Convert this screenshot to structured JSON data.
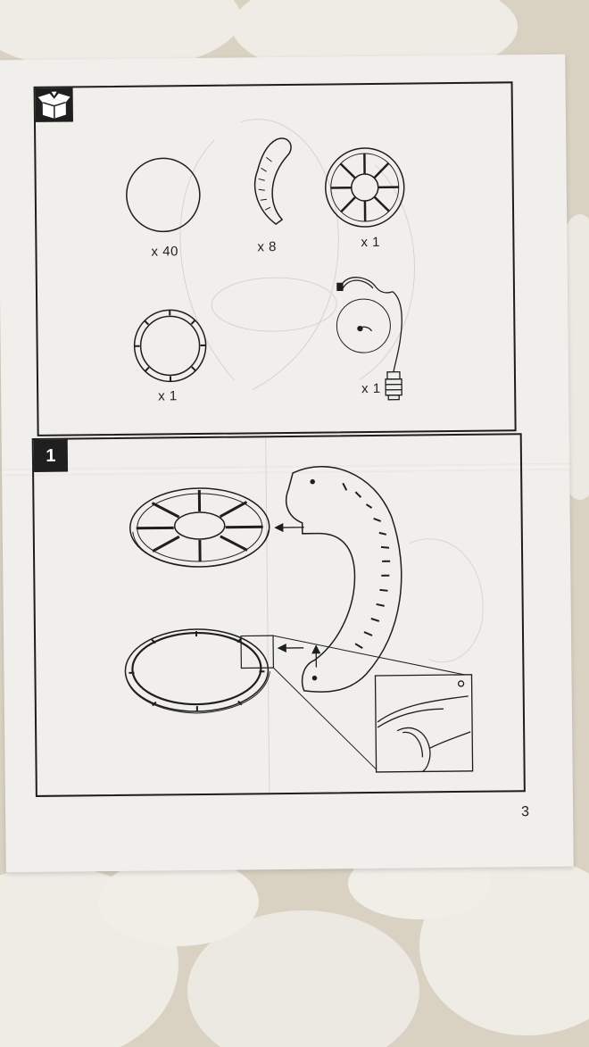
{
  "parts": {
    "disc": {
      "qty": "x 40",
      "icon": "round-disc-icon"
    },
    "rib": {
      "qty": "x 8",
      "icon": "curved-rib-icon"
    },
    "hub": {
      "qty": "x 1",
      "icon": "spoked-hub-icon"
    },
    "ring": {
      "qty": "x 1",
      "icon": "slotted-ring-icon"
    },
    "cord": {
      "qty": "x 1",
      "icon": "cord-socket-icon"
    }
  },
  "step": {
    "number": "1"
  },
  "page_number": "3",
  "colors": {
    "ink": "#1e1e1e",
    "paper": "#f1efec",
    "fabric": "#ded8cb"
  }
}
